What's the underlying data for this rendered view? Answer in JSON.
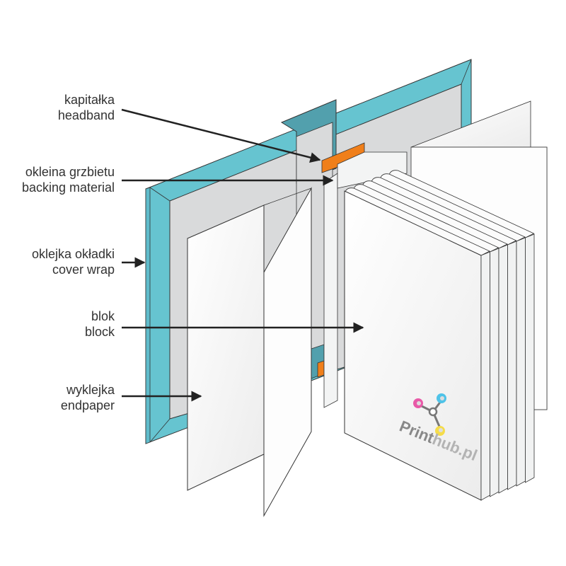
{
  "title": "Book binding parts diagram",
  "labels": [
    {
      "id": "headband",
      "pl": "kapitałka",
      "en": "headband"
    },
    {
      "id": "backing",
      "pl": "okleina grzbietu",
      "en": "backing material"
    },
    {
      "id": "cover",
      "pl": "oklejka okładki",
      "en": "cover wrap"
    },
    {
      "id": "block",
      "pl": "blok",
      "en": "block"
    },
    {
      "id": "endpaper",
      "pl": "wyklejka",
      "en": "endpaper"
    }
  ],
  "logo": {
    "part1": "Print",
    "part2": "hub.pl",
    "dot_colors": [
      "#e85aa8",
      "#4fc3e8",
      "#f5dc4a"
    ]
  },
  "colors": {
    "cover_teal": "#66c4d0",
    "spine_teal": "#52a0ad",
    "board_gray": "#d9dadb",
    "paper": "#f6f7f7",
    "headband_orange": "#f07f1a",
    "outline": "#333333",
    "arrow": "#222222"
  }
}
